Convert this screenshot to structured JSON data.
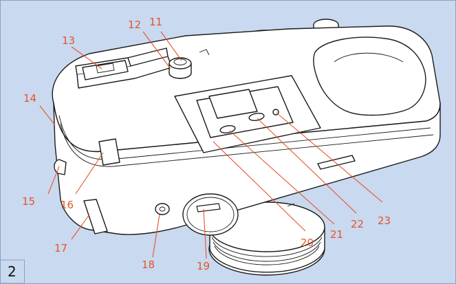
{
  "figure_number": "2",
  "colors": {
    "background": "#c9d9ef",
    "frame_border": "#8d9fbc",
    "callout": "#e5532a",
    "drawing": "#1a1a1a",
    "figure_label_bg": "#c9d9ef"
  },
  "callouts": [
    {
      "id": "11",
      "label": "11"
    },
    {
      "id": "12",
      "label": "12"
    },
    {
      "id": "13",
      "label": "13"
    },
    {
      "id": "14",
      "label": "14"
    },
    {
      "id": "15",
      "label": "15"
    },
    {
      "id": "16",
      "label": "16"
    },
    {
      "id": "17",
      "label": "17"
    },
    {
      "id": "18",
      "label": "18"
    },
    {
      "id": "19",
      "label": "19"
    },
    {
      "id": "20",
      "label": "20"
    },
    {
      "id": "21",
      "label": "21"
    },
    {
      "id": "22",
      "label": "22"
    },
    {
      "id": "23",
      "label": "23"
    }
  ]
}
